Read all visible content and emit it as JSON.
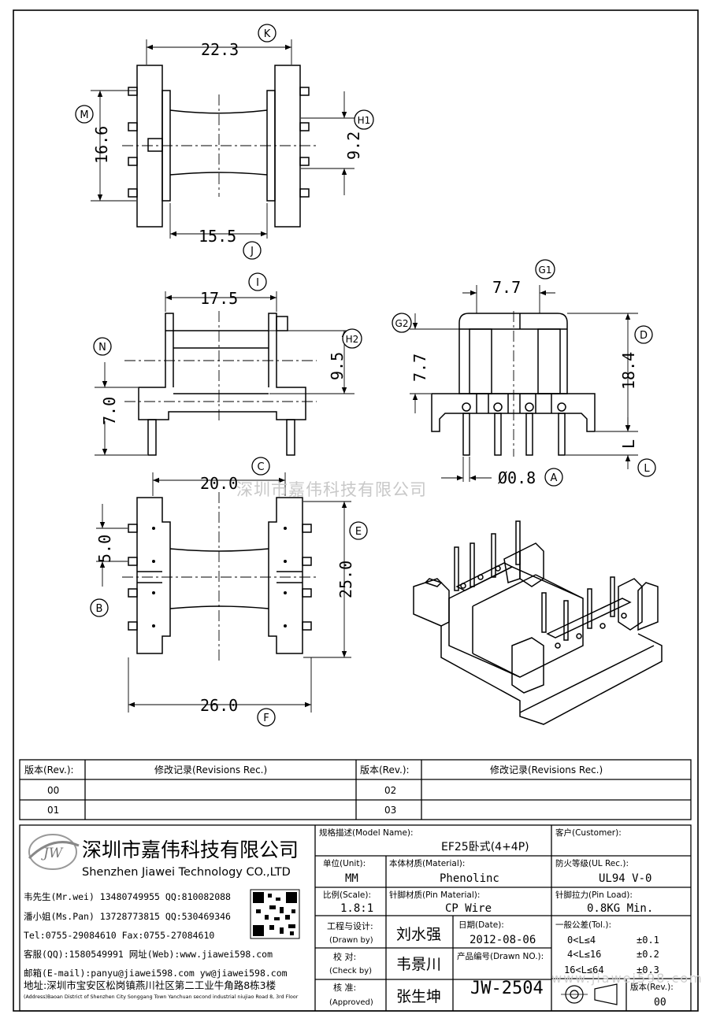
{
  "dimensions": {
    "top": {
      "width": "22.3",
      "height": "16.6",
      "core": "9.2",
      "inner": "15.5"
    },
    "mid": {
      "width": "17.5",
      "core": "9.5",
      "pin": "7.0"
    },
    "side": {
      "core_w": "7.7",
      "core_h": "7.7",
      "height": "18.4",
      "pin_dia": "Ø0.8",
      "pin_len": "L"
    },
    "bottom": {
      "width": "20.0",
      "pitch": "5.0",
      "length": "25.0",
      "overall": "26.0"
    }
  },
  "callouts": {
    "K": "K",
    "M": "M",
    "H1": "H1",
    "J": "J",
    "I": "I",
    "N": "N",
    "H2": "H2",
    "G1": "G1",
    "G2": "G2",
    "D": "D",
    "L": "L",
    "A": "A",
    "C": "C",
    "E": "E",
    "B": "B",
    "F": "F"
  },
  "watermark": "深圳市嘉伟科技有限公司",
  "watermark_url": "www.jiawei598.com",
  "revisions": {
    "headers": [
      "版本(Rev.):",
      "修改记录(Revisions Rec.)",
      "版本(Rev.):",
      "修改记录(Revisions Rec.)"
    ],
    "rows": [
      [
        "00",
        "",
        "02",
        ""
      ],
      [
        "01",
        "",
        "03",
        ""
      ]
    ]
  },
  "company": {
    "logo": "JW",
    "name_cn": "深圳市嘉伟科技有限公司",
    "name_en": "Shenzhen Jiawei Technology CO.,LTD",
    "contact_lines": [
      "韦先生(Mr.wei) 13480749955 QQ:810082088",
      "潘小姐(Ms.Pan) 13728773815 QQ:530469346",
      "Tel:0755-29084610    Fax:0755-27084610",
      "客服(QQ):1580549991  网址(Web):www.jiawei598.com",
      "邮箱(E-mail):panyu@jiawei598.com  yw@jiawei598.com"
    ],
    "address_cn": "地址:深圳市宝安区松岗镇燕川社区第二工业牛角路8栋3楼",
    "address_en": "(Address)Baoan District of Shenzhen City Songgang Town Yanchuan  second industrial niujiao Road 8, 3rd Floor"
  },
  "titleblock": {
    "model_label": "规格描述(Model Name):",
    "model_value": "EF25卧式(4+4P)",
    "customer_label": "客户(Customer):",
    "customer_value": "",
    "unit_label": "单位(Unit):",
    "unit_value": "MM",
    "material_label": "本体材质(Material):",
    "material_value": "Phenolinc",
    "ul_label": "防火等级(UL Rec.):",
    "ul_value": "UL94 V-0",
    "scale_label": "比例(Scale):",
    "scale_value": "1.8:1",
    "pin_material_label": "针脚材质(Pin Material):",
    "pin_material_value": "CP Wire",
    "pin_load_label": "针脚拉力(Pin Load):",
    "pin_load_value": "0.8KG Min.",
    "drawn_label": "工程与设计:",
    "drawn_label_en": "(Drawn by)",
    "drawn_value": "刘水强",
    "date_label": "日期(Date):",
    "date_value": "2012-08-06",
    "check_label": "校 对:",
    "check_label_en": "(Check by)",
    "check_value": "韦景川",
    "drawn_no_label": "产品编号(Drawn NO.):",
    "drawn_no_value": "JW-2504",
    "approved_label": "核 准:",
    "approved_label_en": "(Approved)",
    "approved_value": "张生坤",
    "tol_label": "一般公差(Tol.):",
    "tol_rows": [
      [
        "0<L≤4",
        "±0.1"
      ],
      [
        "4<L≤16",
        "±0.2"
      ],
      [
        "16<L≤64",
        "±0.3"
      ]
    ],
    "rev_label": "版本(Rev.):",
    "rev_value": "00"
  }
}
